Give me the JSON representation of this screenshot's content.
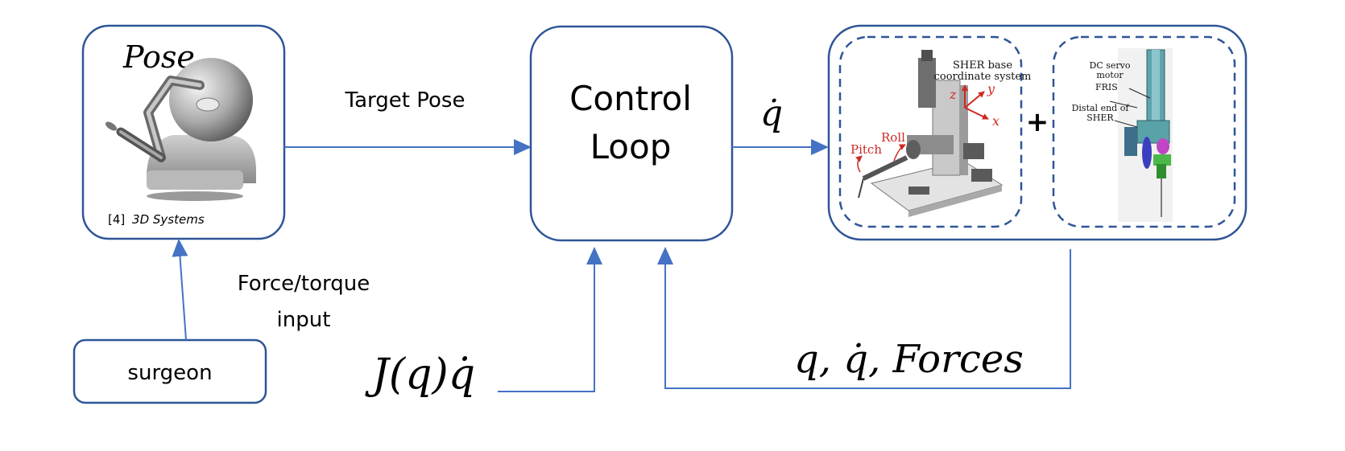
{
  "haptic_block": {
    "title": "Pose",
    "citation_number": "[4]",
    "citation_source": "3D Systems"
  },
  "target_pose_label": "Target Pose",
  "control_loop": {
    "line1": "Control",
    "line2": "Loop"
  },
  "qdot_label": "q̇",
  "robot_block": {
    "plus": "+",
    "left_panel": {
      "label_sher_base_1": "SHER base",
      "label_sher_base_2": "coordinate system",
      "axis_z": "z",
      "axis_y": "y",
      "axis_x": "x",
      "label_pitch": "Pitch",
      "label_roll": "Roll"
    },
    "right_panel": {
      "label_dc_servo_1": "DC servo",
      "label_dc_servo_2": "motor",
      "label_fris": "FRIS",
      "label_distal_1": "Distal end of",
      "label_distal_2": "SHER"
    }
  },
  "force_torque_label": {
    "line1": "Force/torque",
    "line2": "input"
  },
  "surgeon_label": "surgeon",
  "jacobian_label": "J(q)q̇",
  "feedback_label": "q, q̇, Forces",
  "colors": {
    "block_border": "#2f5597",
    "arrow": "#4472c4",
    "axis_red": "#cc2a22"
  }
}
